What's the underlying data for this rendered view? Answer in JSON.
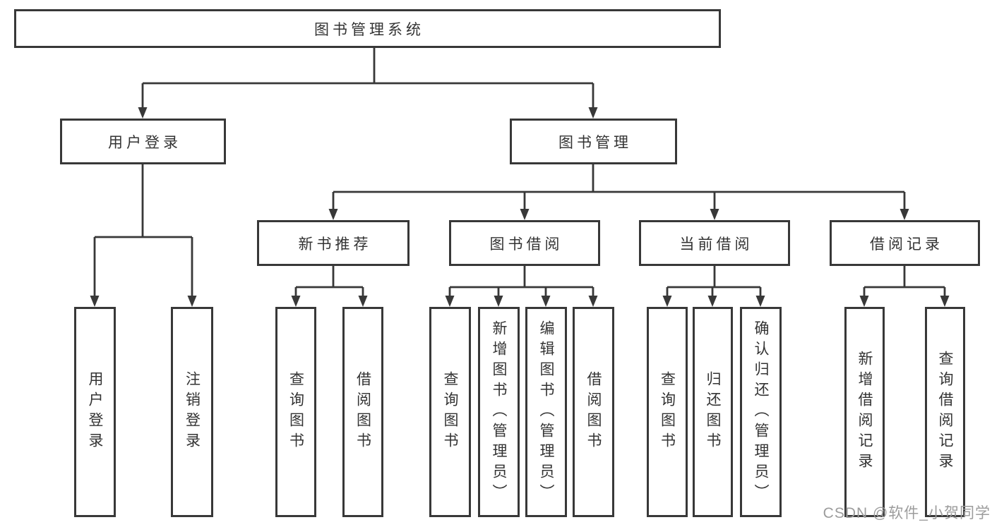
{
  "diagram": {
    "root": {
      "label": "图书管理系统"
    },
    "branches": [
      {
        "label": "用户登录",
        "children": [
          {
            "label": "用户登录"
          },
          {
            "label": "注销登录"
          }
        ]
      },
      {
        "label": "图书管理",
        "children": [
          {
            "label": "新书推荐",
            "children": [
              {
                "label": "查询图书"
              },
              {
                "label": "借阅图书"
              }
            ]
          },
          {
            "label": "图书借阅",
            "children": [
              {
                "label": "查询图书"
              },
              {
                "label": "新增图书（管理员）"
              },
              {
                "label": "编辑图书（管理员）"
              },
              {
                "label": "借阅图书"
              }
            ]
          },
          {
            "label": "当前借阅",
            "children": [
              {
                "label": "查询图书"
              },
              {
                "label": "归还图书"
              },
              {
                "label": "确认归还（管理员）"
              }
            ]
          },
          {
            "label": "借阅记录",
            "children": [
              {
                "label": "新增借阅记录"
              },
              {
                "label": "查询借阅记录"
              }
            ]
          }
        ]
      }
    ]
  },
  "watermark": {
    "text": "CSDN @软件_小贺同学"
  },
  "colors": {
    "line": "#383838",
    "text": "#333333",
    "watermark": "#9c9c9c",
    "background": "#ffffff"
  }
}
